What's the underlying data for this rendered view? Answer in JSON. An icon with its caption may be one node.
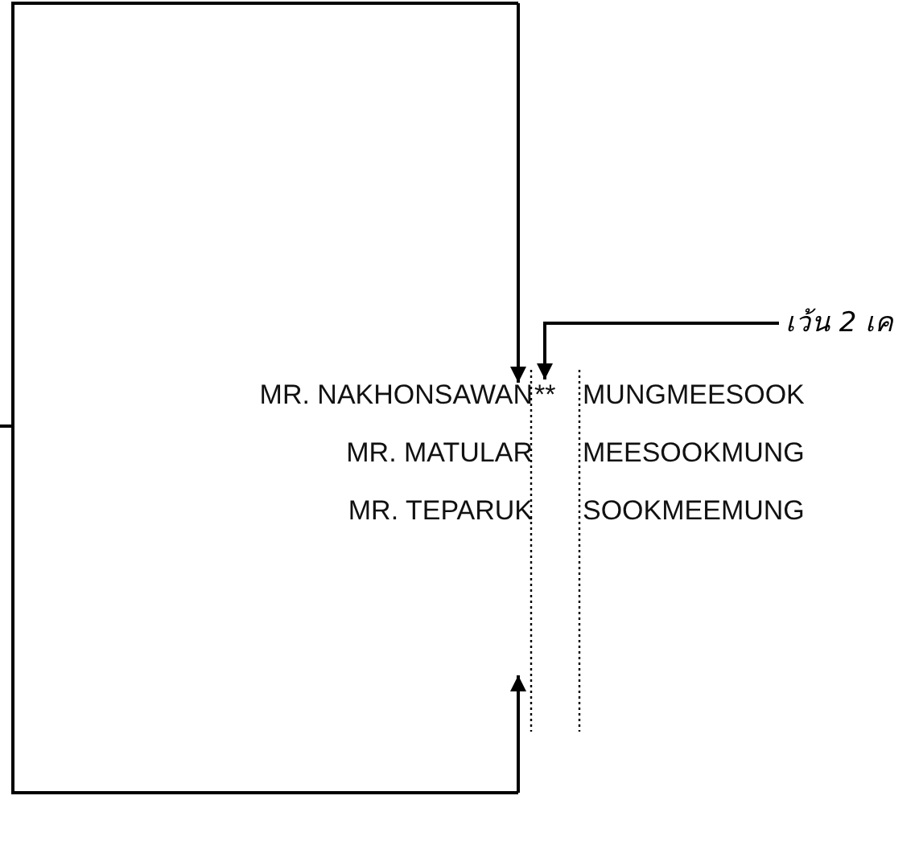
{
  "diagram": {
    "nodes": [
      {
        "text": [
          "เว้น 2 เค"
        ]
      },
      {
        "text": [
          "**"
        ]
      }
    ],
    "edges": [
      {
        "from": 0,
        "to": 1,
        "arrow": "to"
      }
    ],
    "labels": [
      "MR. NAKHONSAWAN",
      "MUNGMEESOOK",
      "MR. MATULAR",
      "MEESOOKMUNG",
      "MR. TEPARUK",
      "SOOKMEEMUNG"
    ]
  }
}
